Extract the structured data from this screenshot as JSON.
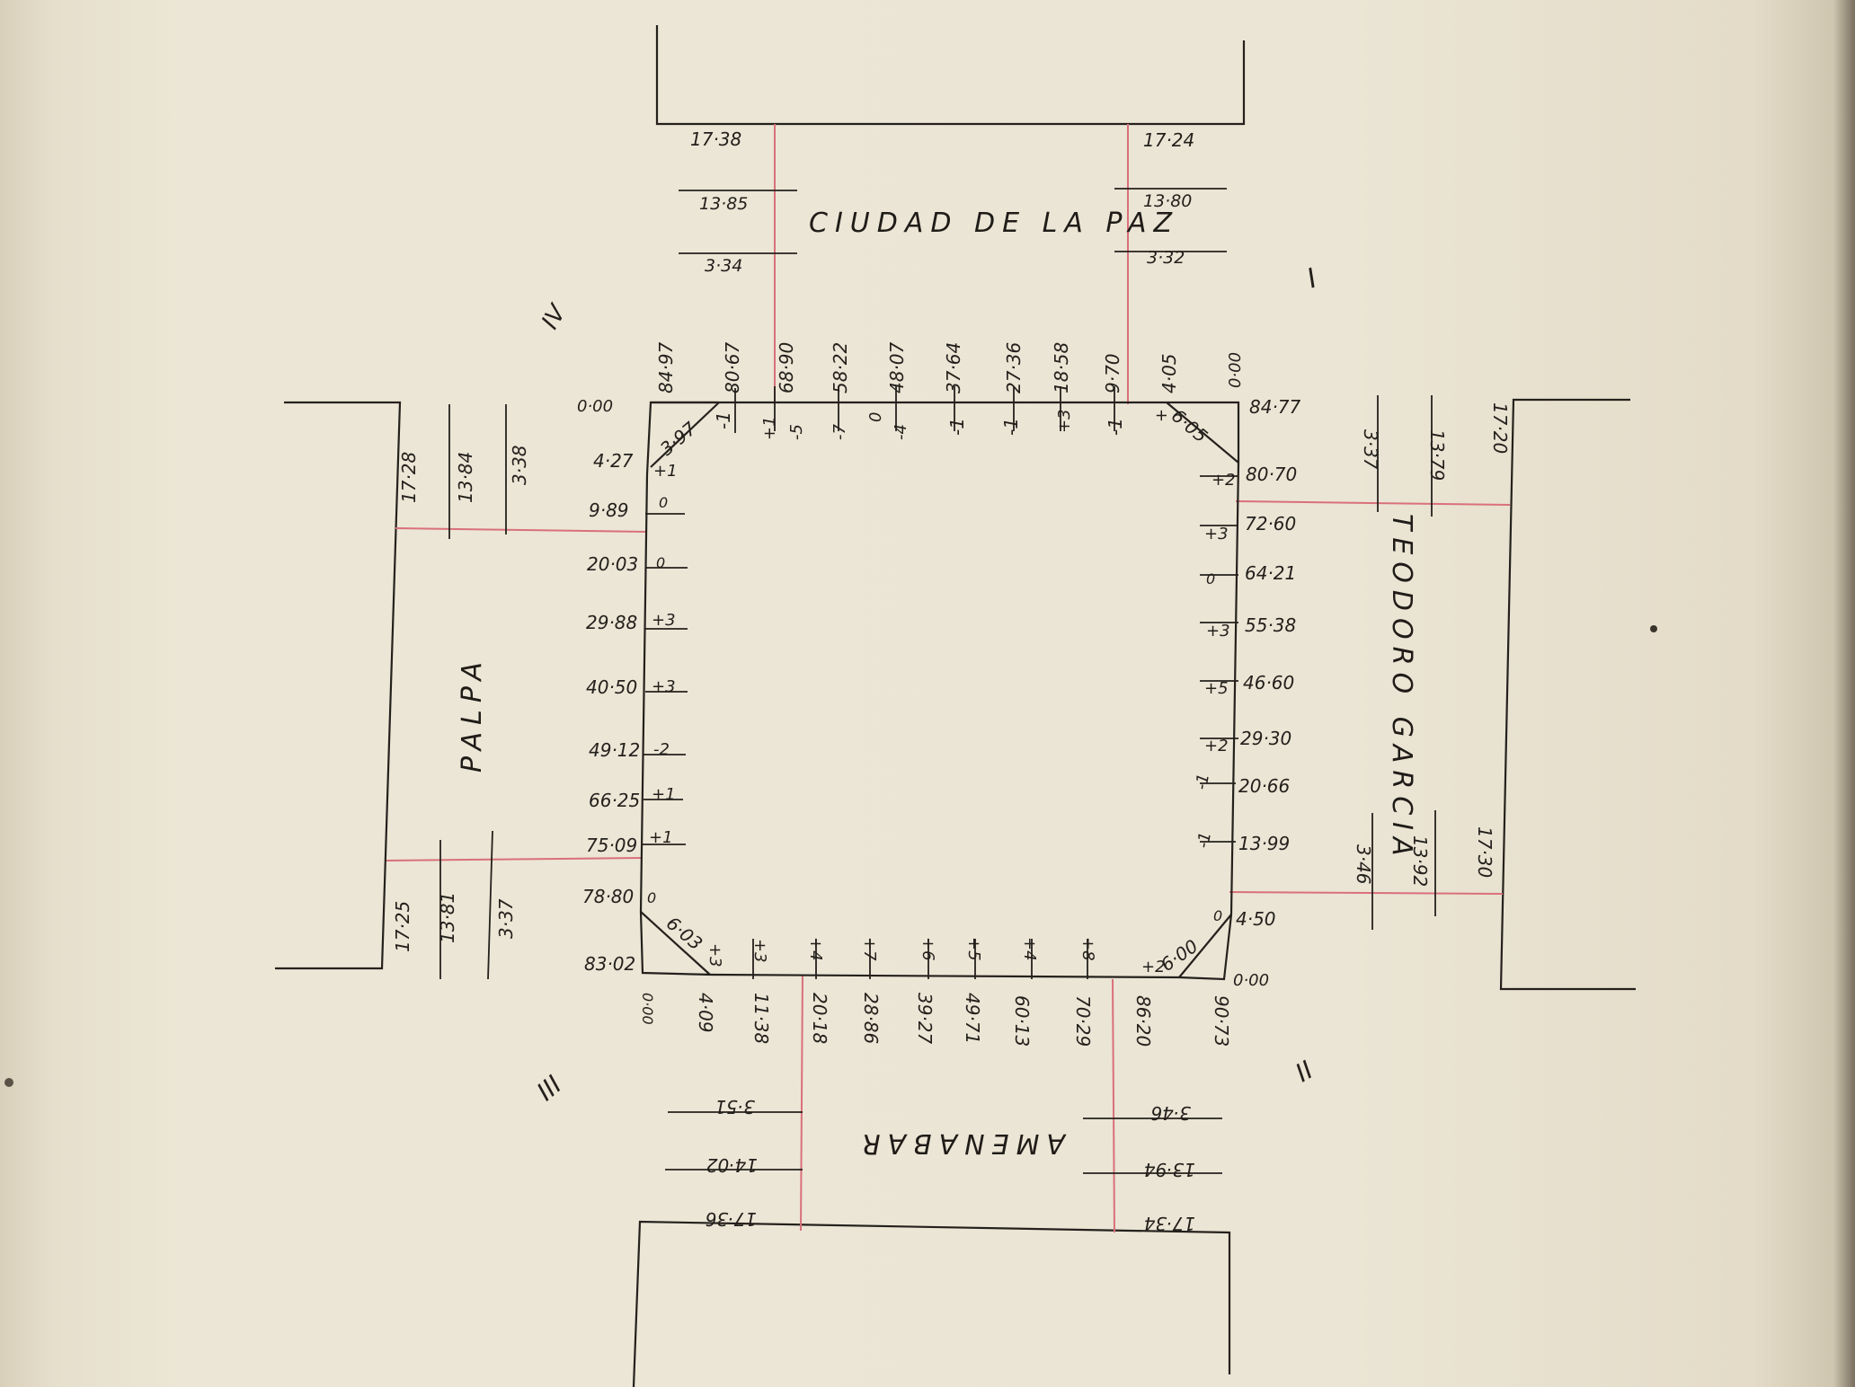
{
  "streets": {
    "north": "CIUDAD DE LA PAZ",
    "east": "TEODORO GARCIA",
    "south": "AMENABAR",
    "west": "PALPA"
  },
  "quadrants": {
    "I": "I",
    "II": "II",
    "III": "III",
    "IV": "IV"
  },
  "north_widths": {
    "left": [
      "17·38",
      "13·85",
      "3·34"
    ],
    "right": [
      "17·24",
      "13·80",
      "3·32"
    ]
  },
  "south_widths": {
    "left": [
      "3·51",
      "14·02",
      "17·36"
    ],
    "right": [
      "3·46",
      "13·94",
      "17·34"
    ]
  },
  "west_widths": {
    "top": [
      "17·28",
      "13·84",
      "3·38"
    ],
    "bottom": [
      "17·25",
      "13·81",
      "3·37"
    ]
  },
  "east_widths": {
    "top": [
      "3·37",
      "13·79",
      "17·20"
    ],
    "bottom": [
      "3·46",
      "13·92",
      "17·30"
    ]
  },
  "north_side": {
    "distances": [
      "84·97",
      "80·67",
      "68·90",
      "58·22",
      "48·07",
      "37·64",
      "27·36",
      "18·58",
      "9·70",
      "4·05",
      "0·00"
    ],
    "levels": [
      "-1",
      "+1",
      "-5",
      "-7",
      "0",
      "-4",
      "-1",
      "-1",
      "+3",
      "-1",
      "+"
    ],
    "chamfer_left": "3·97",
    "chamfer_right": "6·05"
  },
  "east_side": {
    "distances": [
      "84·77",
      "80·70",
      "72·60",
      "64·21",
      "55·38",
      "46·60",
      "29·30",
      "20·66",
      "13·99",
      "4·50",
      "0·00"
    ],
    "levels": [
      "+2",
      "+3",
      "0",
      "+3",
      "+5",
      "+2",
      "-1",
      "-1",
      "0",
      "+2"
    ],
    "chamfer": "6·00"
  },
  "south_side": {
    "distances": [
      "0·00",
      "4·09",
      "11·38",
      "20·18",
      "28·86",
      "39·27",
      "49·71",
      "60·13",
      "70·29",
      "86·20",
      "90·73"
    ],
    "levels": [
      "+3",
      "+3",
      "+4",
      "+7",
      "+6",
      "+5",
      "+4",
      "+8"
    ],
    "chamfer": "6·03"
  },
  "west_side": {
    "distances": [
      "0·00",
      "4·27",
      "9·89",
      "20·03",
      "29·88",
      "40·50",
      "49·12",
      "66·25",
      "75·09",
      "78·80",
      "83·02"
    ],
    "levels": [
      "+1",
      "0",
      "0",
      "+3",
      "+3",
      "-2",
      "+1",
      "+1",
      "0"
    ]
  }
}
